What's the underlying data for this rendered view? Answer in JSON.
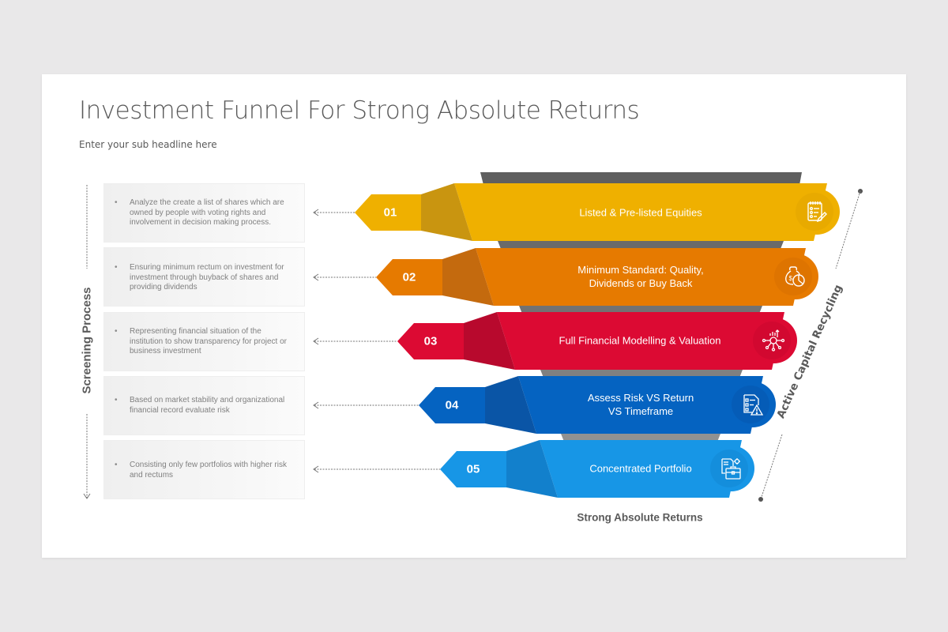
{
  "slide": {
    "title": "Investment Funnel For Strong Absolute Returns",
    "subtitle": "Enter your sub headline here",
    "left_axis_label": "Screening Process",
    "right_axis_label": "Active Capital Recycling",
    "bottom_label": "Strong Absolute Returns"
  },
  "colors": {
    "background": "#e9e8e9",
    "slide": "#ffffff",
    "funnel_grey": "#5f5f5f",
    "step1": "#EFB000",
    "step2": "#E67A00",
    "step3": "#DC0A33",
    "step4": "#0563C1",
    "step5": "#1796E6"
  },
  "steps": [
    {
      "number": "01",
      "label": "Listed & Pre-listed Equities",
      "icon": "checklist-icon",
      "description": "Analyze the create a list of shares which are owned by people with voting rights and involvement  in decision making process."
    },
    {
      "number": "02",
      "label": "Minimum Standard: Quality,\nDividends or Buy Back",
      "icon": "money-bag-icon",
      "description": "Ensuring minimum rectum on investment for investment through buyback of shares and providing  dividends"
    },
    {
      "number": "03",
      "label": "Full Financial Modelling & Valuation",
      "icon": "financial-network-icon",
      "description": "Representing financial situation of the institution to show transparency for project or business investment"
    },
    {
      "number": "04",
      "label": "Assess Risk VS Return\nVS Timeframe",
      "icon": "risk-document-icon",
      "description": "Based on market stability and organizational financial record evaluate risk"
    },
    {
      "number": "05",
      "label": "Concentrated Portfolio",
      "icon": "portfolio-briefcase-icon",
      "description": "Consisting only few portfolios  with higher risk and rectums"
    }
  ],
  "bullet_glyph": "•"
}
